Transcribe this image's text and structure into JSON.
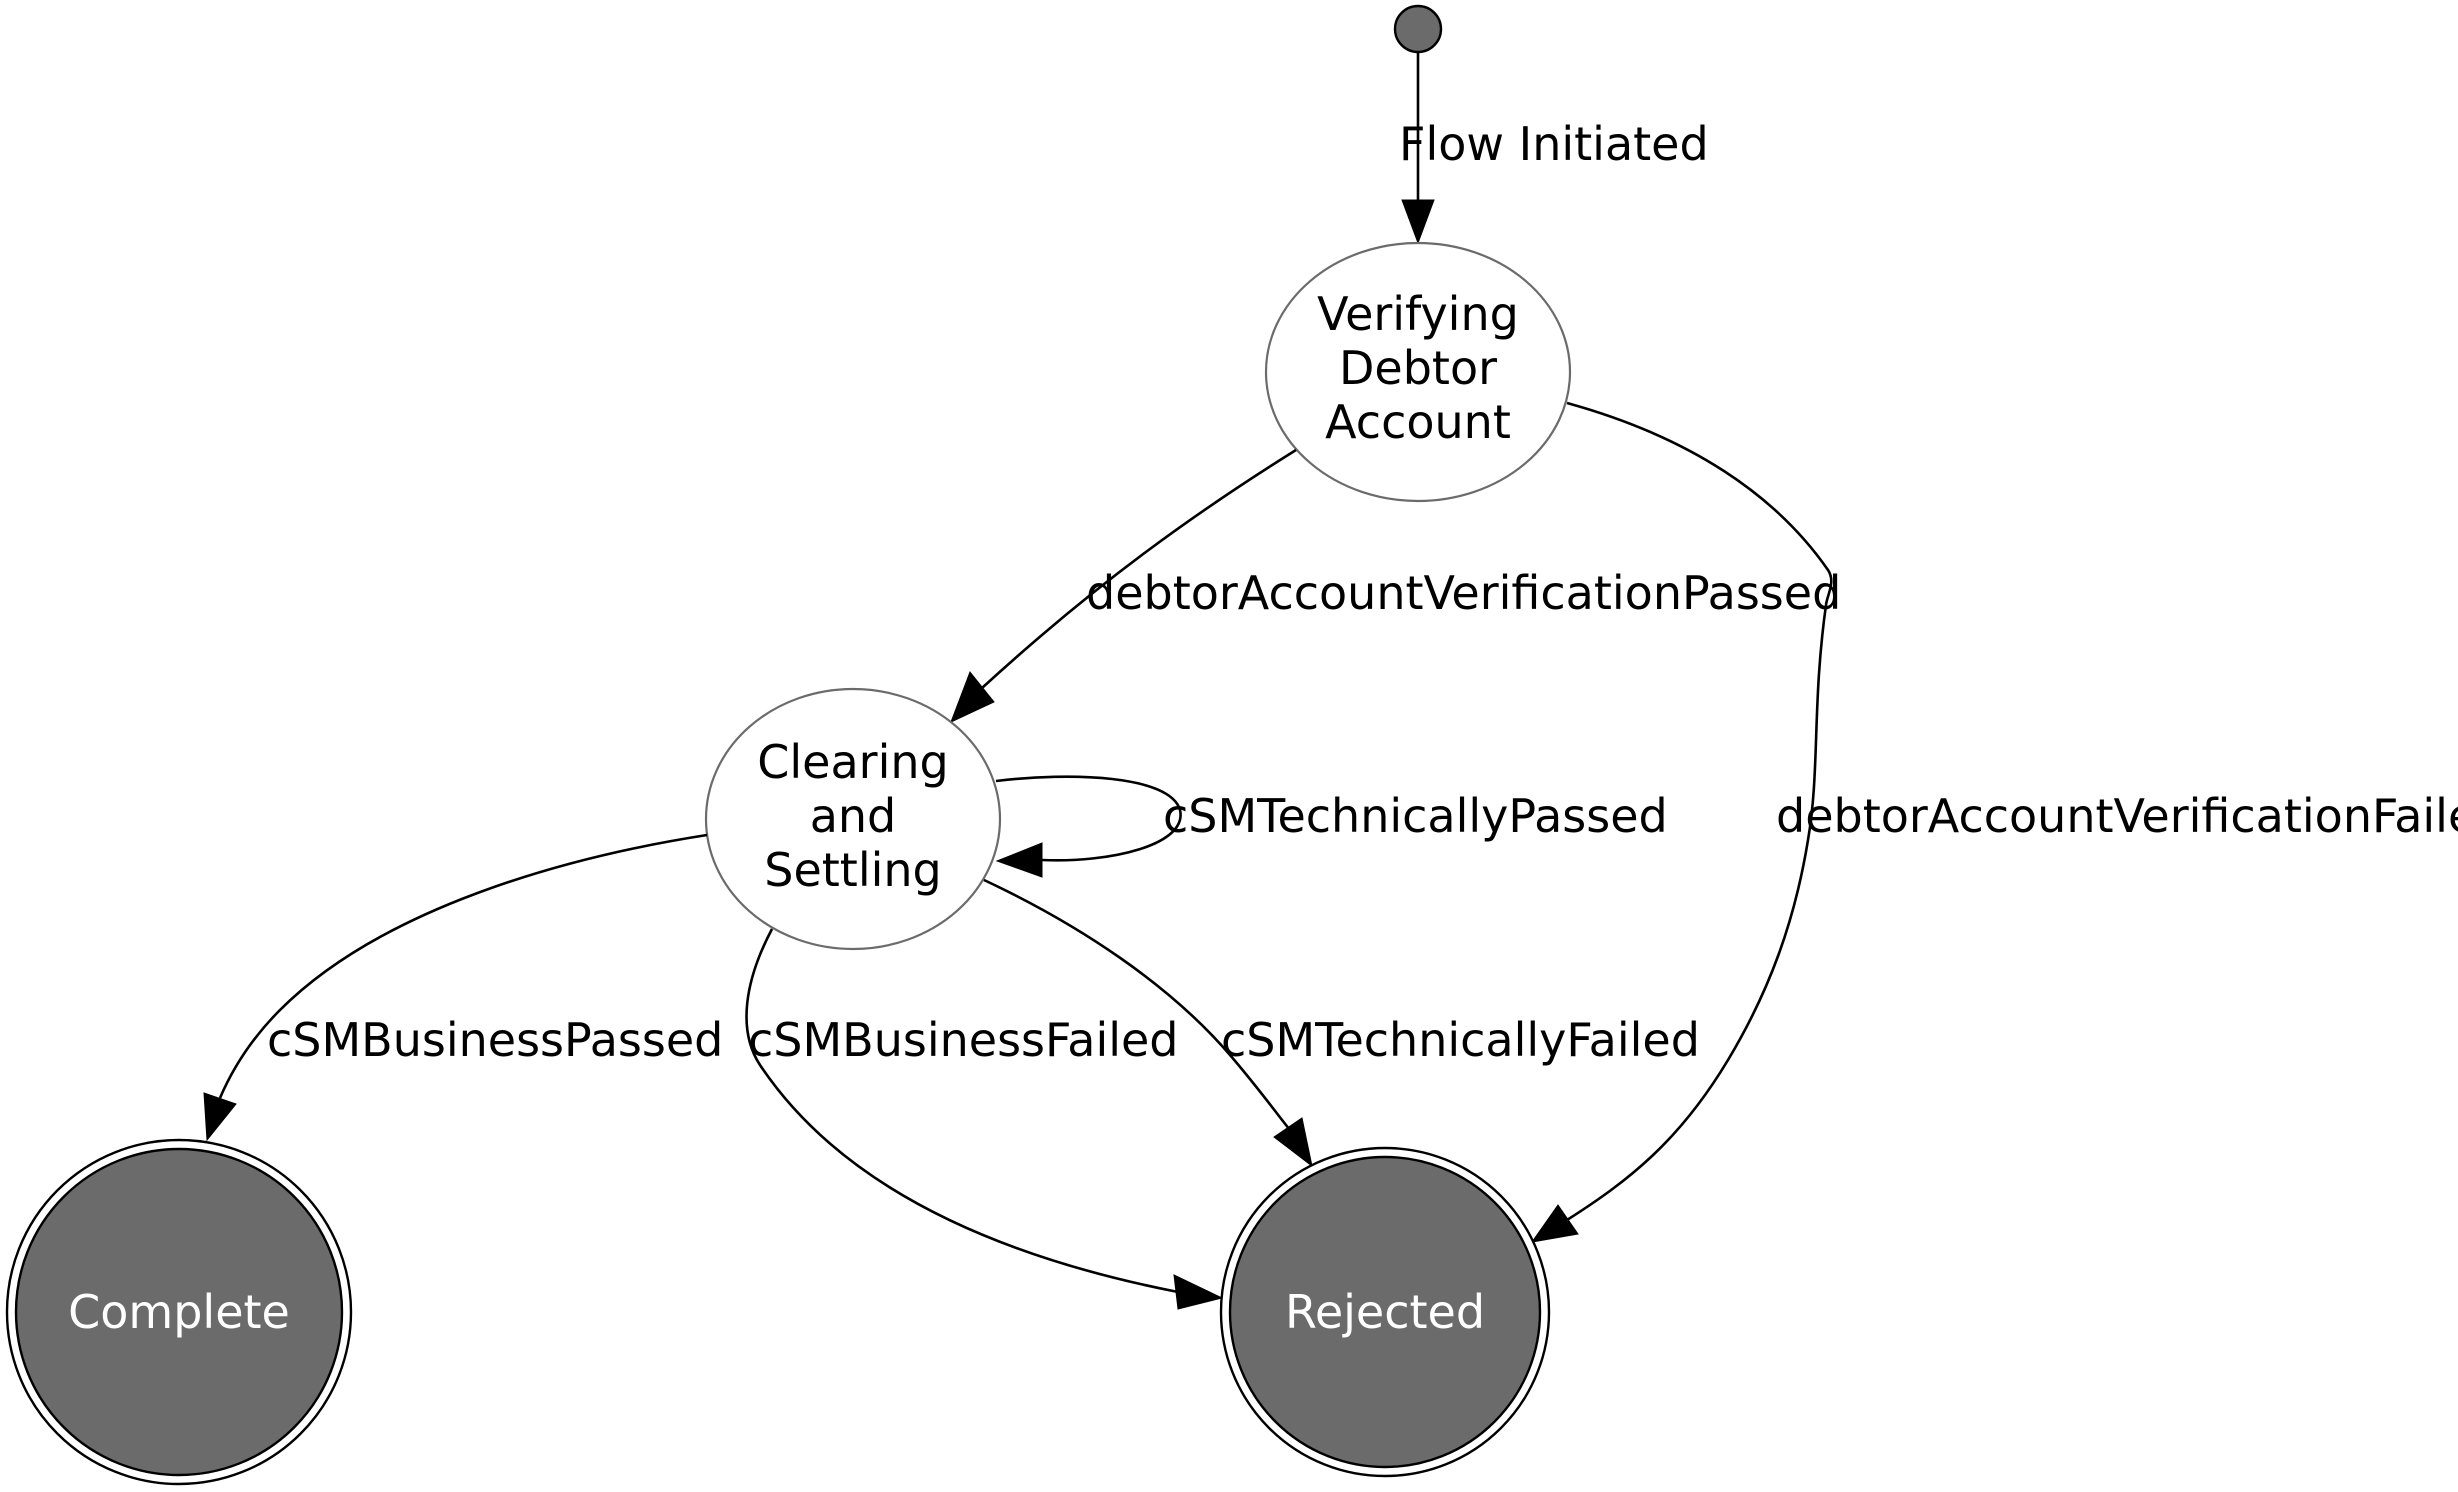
{
  "diagram": {
    "type": "state-machine",
    "states": {
      "verifying": {
        "lines": [
          "Verifying",
          "Debtor",
          "Account"
        ]
      },
      "clearing": {
        "lines": [
          "Clearing",
          "and",
          "Settling"
        ]
      },
      "complete": {
        "label": "Complete"
      },
      "rejected": {
        "label": "Rejected"
      }
    },
    "transitions": {
      "flow_initiated": "Flow Initiated",
      "verification_passed": "debtorAccountVerificationPassed",
      "verification_failed": "debtorAccountVerificationFailed",
      "technically_passed": "cSMTechnicallyPassed",
      "business_passed": "cSMBusinessPassed",
      "business_failed": "cSMBusinessFailed",
      "technically_failed": "cSMTechnicallyFailed"
    },
    "colors": {
      "final_fill": "#6b6b6b",
      "state_stroke": "#6b6b6b",
      "edge": "#000000"
    }
  }
}
